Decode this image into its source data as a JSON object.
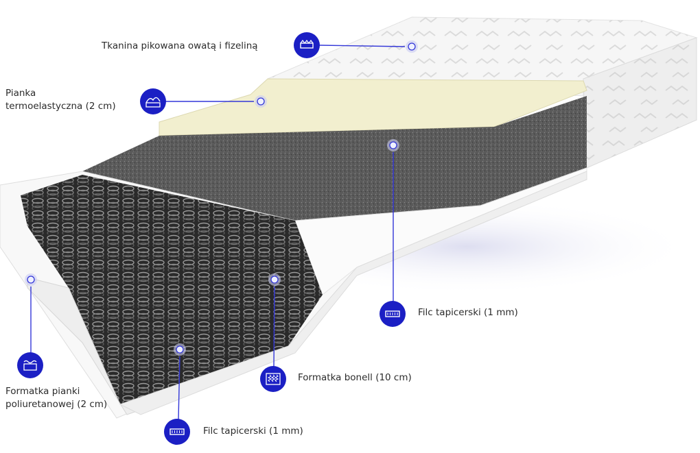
{
  "colors": {
    "accent": "#1b1fc4",
    "leader": "#3236d8",
    "cover": "#f4f4f4",
    "foam_cream": "#f2efcf",
    "felt": "#5d5d5d",
    "springs": "#3a3a3a"
  },
  "layers": [
    {
      "id": "cover",
      "icon": "quilted-fabric-icon",
      "lines": [
        "Tkanina pikowana owatą i fizeliną"
      ]
    },
    {
      "id": "thermo-foam",
      "icon": "memory-foam-icon",
      "lines": [
        "Pianka",
        "termoelastyczna (2 cm)"
      ]
    },
    {
      "id": "felt-top",
      "icon": "felt-icon",
      "lines": [
        "Filc tapicerski (1 mm)"
      ]
    },
    {
      "id": "pu-foam",
      "icon": "foam-wave-icon",
      "lines": [
        "Formatka pianki",
        "poliuretanowej (2 cm)"
      ]
    },
    {
      "id": "bonell",
      "icon": "spring-icon",
      "lines": [
        "Formatka bonell (10 cm)"
      ]
    },
    {
      "id": "felt-bottom",
      "icon": "felt-icon",
      "lines": [
        "Filc tapicerski (1 mm)"
      ]
    }
  ]
}
